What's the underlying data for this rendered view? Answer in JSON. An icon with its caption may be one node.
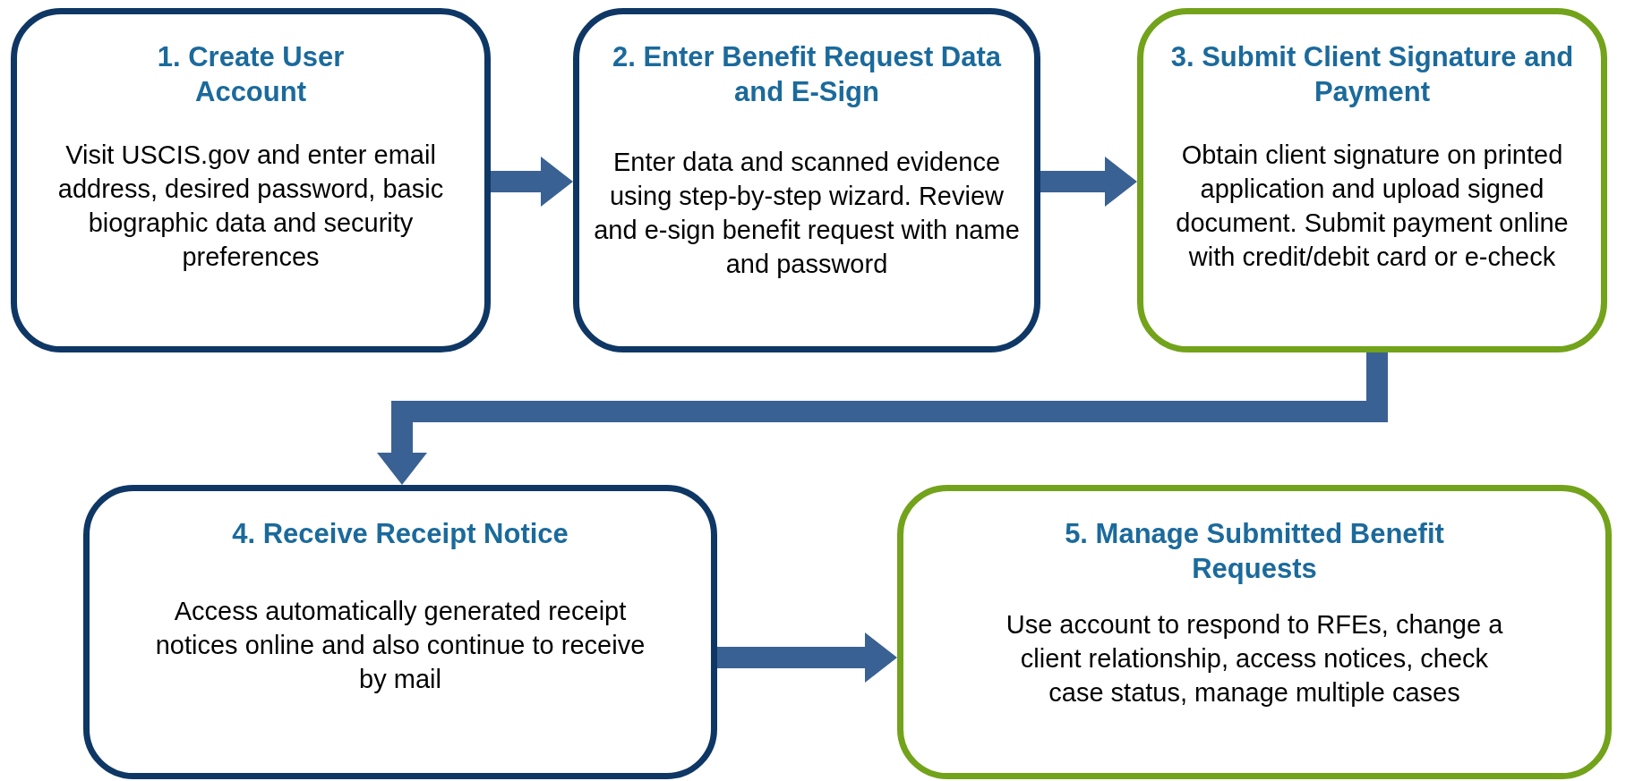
{
  "diagram": {
    "nodes": [
      {
        "text": [
          "1. Create User Account",
          "Visit USCIS.gov and enter email address, desired password, basic biographic data and security preferences"
        ]
      },
      {
        "text": [
          "2. Enter Benefit Request Data and E-Sign",
          "Enter data and scanned evidence using step-by-step wizard. Review and e-sign benefit request with name and password"
        ]
      },
      {
        "text": [
          "3. Submit Client Signature and Payment",
          "Obtain client signature on printed application and upload signed document. Submit payment online with credit/debit card or e-check"
        ]
      },
      {
        "text": [
          "4. Receive Receipt Notice",
          "Access automatically generated receipt notices online and also continue to receive by mail"
        ]
      },
      {
        "text": [
          "5. Manage Submitted Benefit Requests",
          "Use account to respond to RFEs, change a client relationship, access notices, check case status, manage multiple cases"
        ]
      }
    ],
    "edges": [
      {
        "from": 0,
        "to": 1,
        "arrow": "to"
      },
      {
        "from": 1,
        "to": 2,
        "arrow": "to"
      },
      {
        "from": 2,
        "to": 3,
        "arrow": "to"
      },
      {
        "from": 3,
        "to": 4,
        "arrow": "to"
      }
    ]
  }
}
